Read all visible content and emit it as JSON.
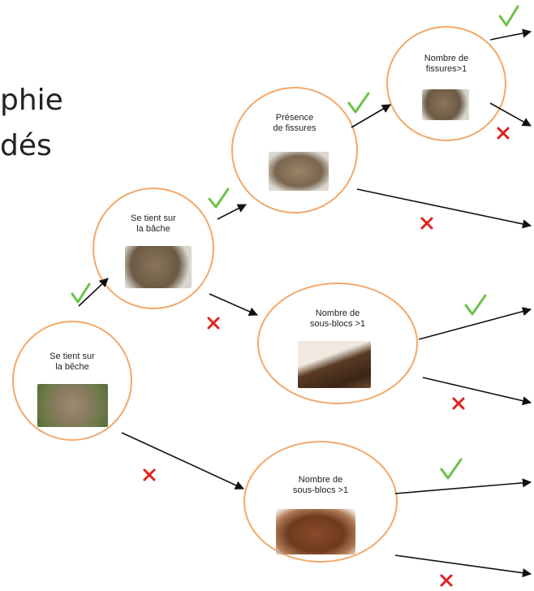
{
  "fragments": {
    "top": "phie",
    "bottom": "dés"
  },
  "nodes": {
    "root": {
      "label": "Se tient sur\nla bêche"
    },
    "bache": {
      "label": "Se tient sur\nla bâche"
    },
    "fissures_presence": {
      "label": "Présence\nde fissures"
    },
    "fissures_count": {
      "label": "Nombre de\nfissures>1"
    },
    "sousblocs_mid": {
      "label": "Nombre de\nsous-blocs >1"
    },
    "sousblocs_low": {
      "label": "Nombre de\nsous-blocs >1"
    }
  },
  "colors": {
    "node_border": "#f2a86a",
    "check": "#6cc24a",
    "cross": "#e02020",
    "arrow": "#111111"
  }
}
